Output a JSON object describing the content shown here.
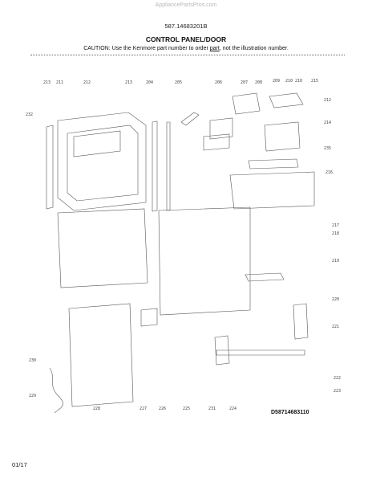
{
  "header": {
    "watermark": "AppliancePartsPros.com",
    "model_number": "587.14683201B",
    "section_title": "CONTROL PANEL/DOOR",
    "caution_pre": "CAUTION: Use the Kenmore part number to order ",
    "caution_part": "part",
    "caution_post": ", not the illustration number."
  },
  "diagram": {
    "code": "D58714683110",
    "callouts": [
      "213",
      "211",
      "212",
      "213",
      "204",
      "205",
      "206",
      "207",
      "208",
      "209",
      "210",
      "210",
      "215",
      "212",
      "232",
      "214",
      "235",
      "216",
      "217",
      "218",
      "219",
      "220",
      "221",
      "222",
      "223",
      "230",
      "229",
      "228",
      "227",
      "226",
      "225",
      "231",
      "224"
    ]
  },
  "footer": {
    "page": "01/17"
  }
}
